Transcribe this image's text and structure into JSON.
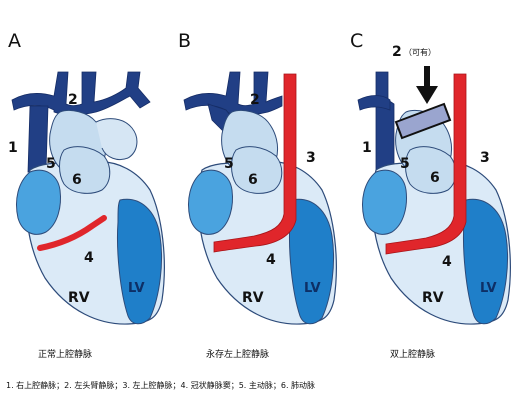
{
  "panels": [
    {
      "letter": "A",
      "caption": "正常上腔静脉",
      "labels": {
        "n1": "1",
        "n2": "2",
        "n4": "4",
        "n5": "5",
        "n6": "6",
        "rv": "RV",
        "lv": "LV"
      }
    },
    {
      "letter": "B",
      "caption": "永存左上腔静脉",
      "labels": {
        "n2": "2",
        "n3": "3",
        "n4": "4",
        "n5": "5",
        "n6": "6",
        "rv": "RV",
        "lv": "LV"
      }
    },
    {
      "letter": "C",
      "caption": "双上腔静脉",
      "labels": {
        "n1": "1",
        "n2": "2",
        "n2_note": "（可有）",
        "n3": "3",
        "n4": "4",
        "n5": "5",
        "n6": "6",
        "rv": "RV",
        "lv": "LV"
      }
    }
  ],
  "legend": "1. 右上腔静脉；2. 左头臂静脉；3. 左上腔静脉；4. 冠状静脉窦；5. 主动脉；6. 肺动脉",
  "colors": {
    "heart_light": "#dbeaf7",
    "heart_outline": "#2d4b7a",
    "right_atrium": "#4aa3df",
    "left_ventricle": "#1f7fc9",
    "vessel_dark_blue": "#213f85",
    "vessel_red": "#e0262b",
    "aorta_light": "#c5dcef",
    "arrow": "#111111",
    "occluded_band": "#9aa5cf"
  }
}
